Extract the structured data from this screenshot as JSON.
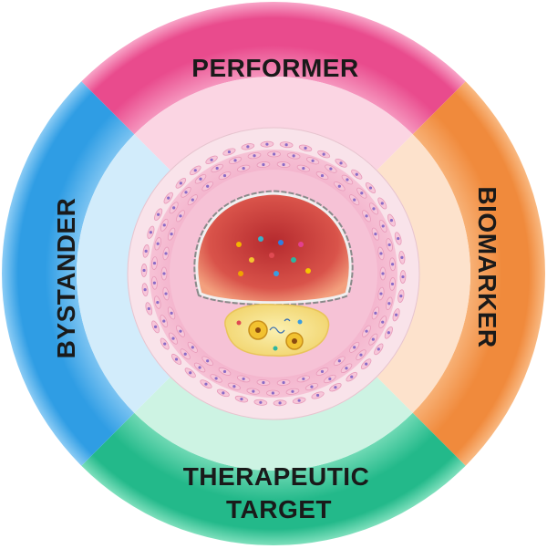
{
  "figure": {
    "segments": [
      {
        "id": "performer",
        "lines": [
          "PERFORMER"
        ],
        "color_outer": "#e94b8d",
        "color_light": "#f8a5c8",
        "color_inner": "#fbd5e3"
      },
      {
        "id": "biomarker",
        "lines": [
          "BIOMARKER"
        ],
        "color_outer": "#f08a3c",
        "color_light": "#f9b982",
        "color_inner": "#fde2cc"
      },
      {
        "id": "therapeutic-target",
        "lines": [
          "THERAPEUTIC",
          "TARGET"
        ],
        "color_outer": "#23b98a",
        "color_light": "#7fe0bd",
        "color_inner": "#cdf3e3"
      },
      {
        "id": "bystander",
        "lines": [
          "BYSTANDER"
        ],
        "color_outer": "#2f9de4",
        "color_light": "#8cccf5",
        "color_inner": "#d2ecfb"
      }
    ],
    "vessel_colors": {
      "adventitia": "#f7dbe3",
      "media": "#f4b3cd",
      "intima": "#f8cfe0",
      "lumen_outer": "#f08b6e",
      "lumen_inner": "#c73a3a",
      "endothelium": "#e6e6e6",
      "plaque": "#f7e38a"
    }
  }
}
